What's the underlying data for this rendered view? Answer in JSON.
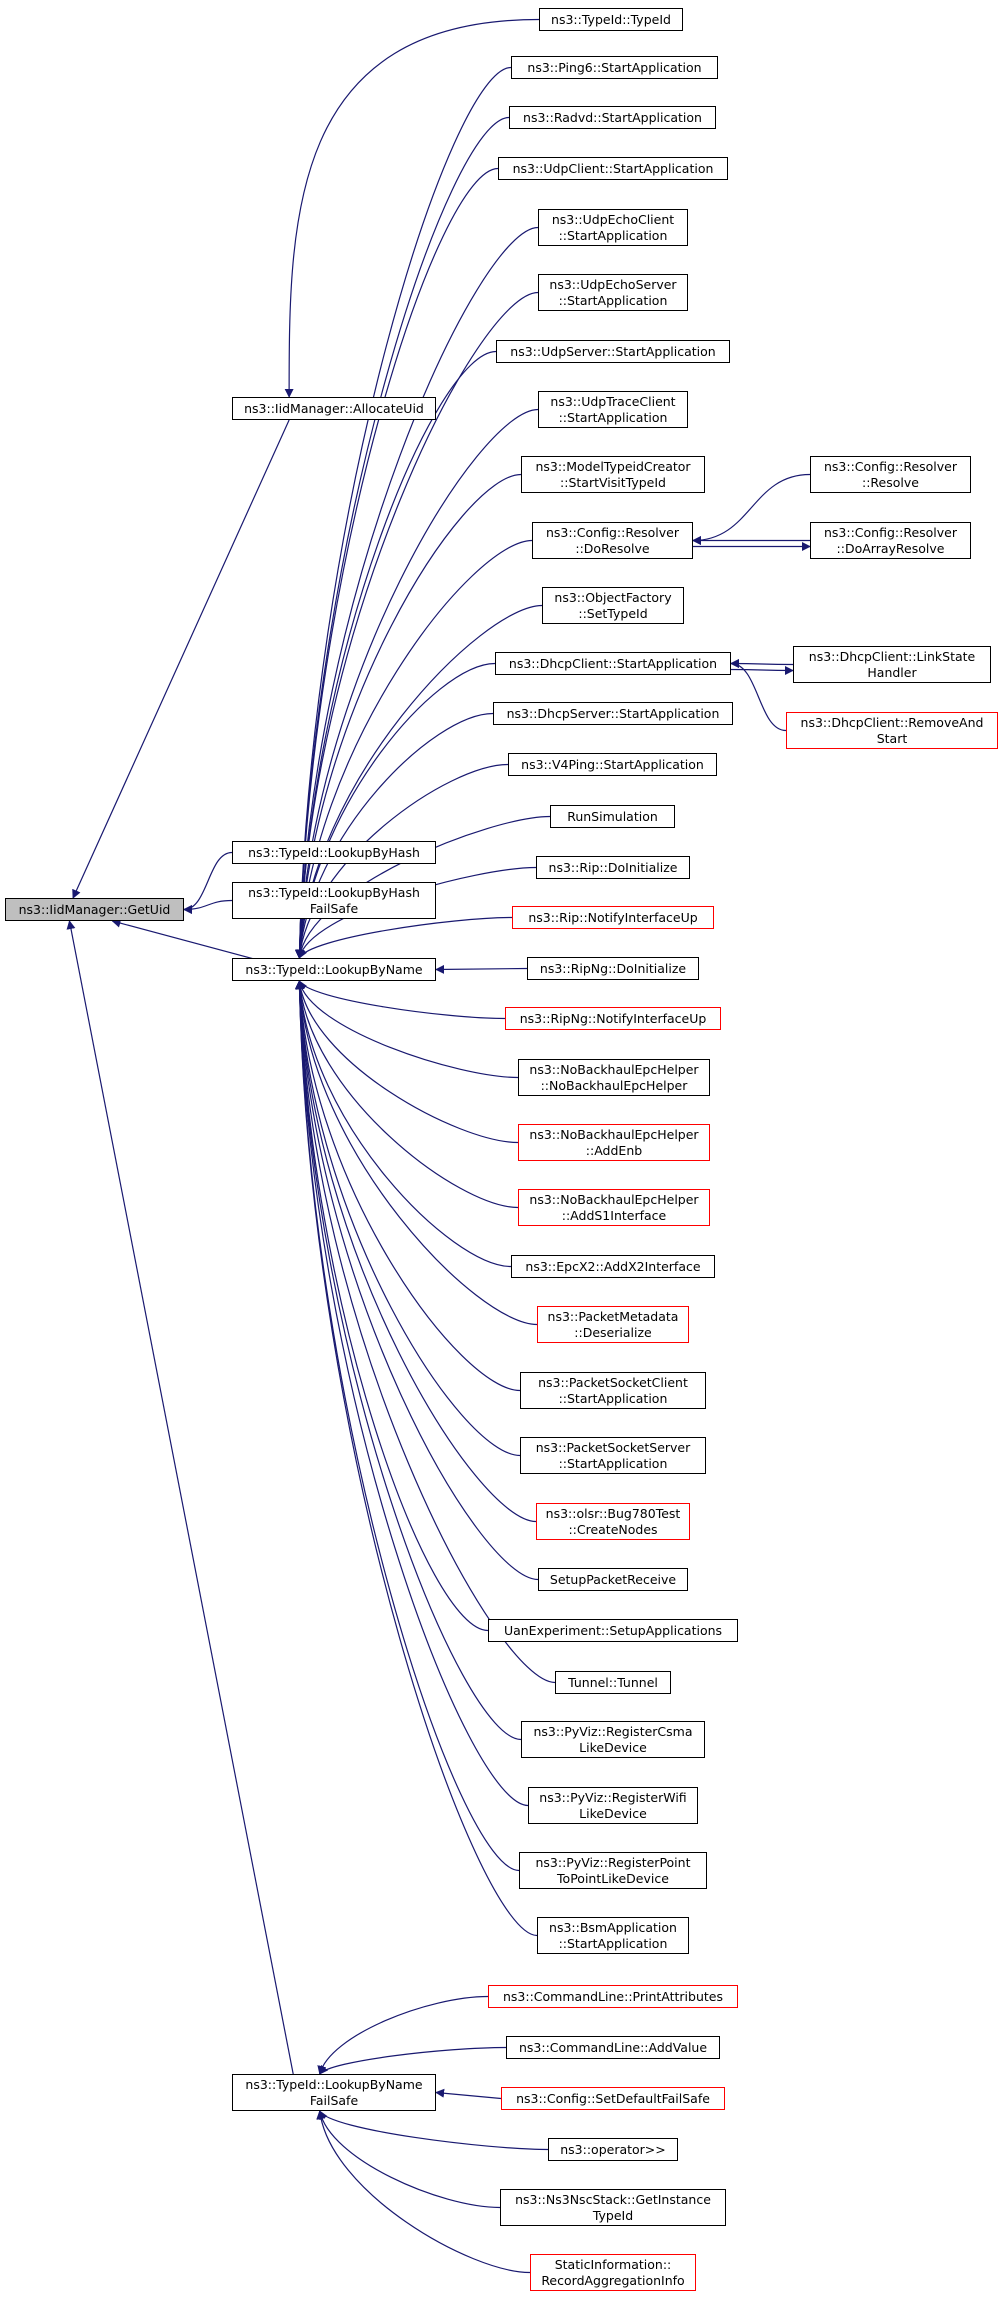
{
  "diagram": {
    "type": "call-graph",
    "colors": {
      "edge": "#191970",
      "node_border": "#000000",
      "incomplete_border": "#ff0000",
      "root_fill": "#bfbfbf"
    },
    "nodes": [
      {
        "id": "getuid",
        "label": "ns3::IidManager::GetUid",
        "root": true
      },
      {
        "id": "allocateuid",
        "label": "ns3::IidManager::AllocateUid"
      },
      {
        "id": "lookupbyhash",
        "label": "ns3::TypeId::LookupByHash"
      },
      {
        "id": "lookupbyhashfs",
        "label": "ns3::TypeId::LookupByHash\nFailSafe"
      },
      {
        "id": "lookupbyname",
        "label": "ns3::TypeId::LookupByName"
      },
      {
        "id": "lookupbynamefs",
        "label": "ns3::TypeId::LookupByName\nFailSafe"
      },
      {
        "id": "typeid",
        "label": "ns3::TypeId::TypeId"
      },
      {
        "id": "ping6",
        "label": "ns3::Ping6::StartApplication"
      },
      {
        "id": "radvd",
        "label": "ns3::Radvd::StartApplication"
      },
      {
        "id": "udpclient",
        "label": "ns3::UdpClient::StartApplication"
      },
      {
        "id": "udpechoclient",
        "label": "ns3::UdpEchoClient\n::StartApplication"
      },
      {
        "id": "udpechoserver",
        "label": "ns3::UdpEchoServer\n::StartApplication"
      },
      {
        "id": "udpserver",
        "label": "ns3::UdpServer::StartApplication"
      },
      {
        "id": "udptraceclient",
        "label": "ns3::UdpTraceClient\n::StartApplication"
      },
      {
        "id": "modeltypeid",
        "label": "ns3::ModelTypeidCreator\n::StartVisitTypeId"
      },
      {
        "id": "cfgdoresolve",
        "label": "ns3::Config::Resolver\n::DoResolve"
      },
      {
        "id": "objfactory",
        "label": "ns3::ObjectFactory\n::SetTypeId"
      },
      {
        "id": "dhcpclient",
        "label": "ns3::DhcpClient::StartApplication"
      },
      {
        "id": "dhcpserver",
        "label": "ns3::DhcpServer::StartApplication"
      },
      {
        "id": "v4ping",
        "label": "ns3::V4Ping::StartApplication"
      },
      {
        "id": "runsim",
        "label": "RunSimulation"
      },
      {
        "id": "ripinit",
        "label": "ns3::Rip::DoInitialize"
      },
      {
        "id": "ripnotify",
        "label": "ns3::Rip::NotifyInterfaceUp",
        "incomplete": true
      },
      {
        "id": "ripnginit",
        "label": "ns3::RipNg::DoInitialize"
      },
      {
        "id": "ripngnotify",
        "label": "ns3::RipNg::NotifyInterfaceUp",
        "incomplete": true
      },
      {
        "id": "nobackhaul",
        "label": "ns3::NoBackhaulEpcHelper\n::NoBackhaulEpcHelper"
      },
      {
        "id": "addenb",
        "label": "ns3::NoBackhaulEpcHelper\n::AddEnb",
        "incomplete": true
      },
      {
        "id": "adds1",
        "label": "ns3::NoBackhaulEpcHelper\n::AddS1Interface",
        "incomplete": true
      },
      {
        "id": "epcx2",
        "label": "ns3::EpcX2::AddX2Interface"
      },
      {
        "id": "pktmeta",
        "label": "ns3::PacketMetadata\n::Deserialize",
        "incomplete": true
      },
      {
        "id": "pktsockclient",
        "label": "ns3::PacketSocketClient\n::StartApplication"
      },
      {
        "id": "pktsockserver",
        "label": "ns3::PacketSocketServer\n::StartApplication"
      },
      {
        "id": "olsrbug",
        "label": "ns3::olsr::Bug780Test\n::CreateNodes",
        "incomplete": true
      },
      {
        "id": "setuppkt",
        "label": "SetupPacketReceive"
      },
      {
        "id": "uanexp",
        "label": "UanExperiment::SetupApplications"
      },
      {
        "id": "tunnel",
        "label": "Tunnel::Tunnel"
      },
      {
        "id": "pyvizcsma",
        "label": "ns3::PyViz::RegisterCsma\nLikeDevice"
      },
      {
        "id": "pyvizwifi",
        "label": "ns3::PyViz::RegisterWifi\nLikeDevice"
      },
      {
        "id": "pyvizp2p",
        "label": "ns3::PyViz::RegisterPoint\nToPointLikeDevice"
      },
      {
        "id": "bsmapp",
        "label": "ns3::BsmApplication\n::StartApplication"
      },
      {
        "id": "cfgresolve",
        "label": "ns3::Config::Resolver\n::Resolve"
      },
      {
        "id": "cfgdoarray",
        "label": "ns3::Config::Resolver\n::DoArrayResolve"
      },
      {
        "id": "dhcplinkstate",
        "label": "ns3::DhcpClient::LinkState\nHandler"
      },
      {
        "id": "dhcpremove",
        "label": "ns3::DhcpClient::RemoveAnd\nStart",
        "incomplete": true
      },
      {
        "id": "printattrs",
        "label": "ns3::CommandLine::PrintAttributes",
        "incomplete": true
      },
      {
        "id": "addvalue",
        "label": "ns3::CommandLine::AddValue"
      },
      {
        "id": "setdefaultfs",
        "label": "ns3::Config::SetDefaultFailSafe",
        "incomplete": true
      },
      {
        "id": "operator",
        "label": "ns3::operator>>"
      },
      {
        "id": "nsc",
        "label": "ns3::Ns3NscStack::GetInstance\nTypeId"
      },
      {
        "id": "staticinfo",
        "label": "StaticInformation::\nRecordAggregationInfo",
        "incomplete": true
      }
    ],
    "edges": [
      [
        "getuid",
        "allocateuid"
      ],
      [
        "getuid",
        "lookupbyhash"
      ],
      [
        "getuid",
        "lookupbyhashfs"
      ],
      [
        "getuid",
        "lookupbyname"
      ],
      [
        "getuid",
        "lookupbynamefs"
      ],
      [
        "allocateuid",
        "typeid"
      ],
      [
        "lookupbyname",
        "ping6"
      ],
      [
        "lookupbyname",
        "radvd"
      ],
      [
        "lookupbyname",
        "udpclient"
      ],
      [
        "lookupbyname",
        "udpechoclient"
      ],
      [
        "lookupbyname",
        "udpechoserver"
      ],
      [
        "lookupbyname",
        "udpserver"
      ],
      [
        "lookupbyname",
        "udptraceclient"
      ],
      [
        "lookupbyname",
        "modeltypeid"
      ],
      [
        "lookupbyname",
        "cfgdoresolve"
      ],
      [
        "lookupbyname",
        "objfactory"
      ],
      [
        "lookupbyname",
        "dhcpclient"
      ],
      [
        "lookupbyname",
        "dhcpserver"
      ],
      [
        "lookupbyname",
        "v4ping"
      ],
      [
        "lookupbyname",
        "runsim"
      ],
      [
        "lookupbyname",
        "ripinit"
      ],
      [
        "lookupbyname",
        "ripnotify"
      ],
      [
        "lookupbyname",
        "ripnginit"
      ],
      [
        "lookupbyname",
        "ripngnotify"
      ],
      [
        "lookupbyname",
        "nobackhaul"
      ],
      [
        "lookupbyname",
        "addenb"
      ],
      [
        "lookupbyname",
        "adds1"
      ],
      [
        "lookupbyname",
        "epcx2"
      ],
      [
        "lookupbyname",
        "pktmeta"
      ],
      [
        "lookupbyname",
        "pktsockclient"
      ],
      [
        "lookupbyname",
        "pktsockserver"
      ],
      [
        "lookupbyname",
        "olsrbug"
      ],
      [
        "lookupbyname",
        "setuppkt"
      ],
      [
        "lookupbyname",
        "uanexp"
      ],
      [
        "lookupbyname",
        "tunnel"
      ],
      [
        "lookupbyname",
        "pyvizcsma"
      ],
      [
        "lookupbyname",
        "pyvizwifi"
      ],
      [
        "lookupbyname",
        "pyvizp2p"
      ],
      [
        "lookupbyname",
        "bsmapp"
      ],
      [
        "cfgdoresolve",
        "cfgresolve"
      ],
      [
        "cfgdoresolve",
        "cfgdoarray"
      ],
      [
        "cfgdoarray",
        "cfgdoresolve"
      ],
      [
        "dhcpclient",
        "dhcplinkstate"
      ],
      [
        "dhcpclient",
        "dhcpremove"
      ],
      [
        "dhcplinkstate",
        "dhcpclient"
      ],
      [
        "lookupbynamefs",
        "printattrs"
      ],
      [
        "lookupbynamefs",
        "addvalue"
      ],
      [
        "lookupbynamefs",
        "setdefaultfs"
      ],
      [
        "lookupbynamefs",
        "operator"
      ],
      [
        "lookupbynamefs",
        "nsc"
      ],
      [
        "lookupbynamefs",
        "staticinfo"
      ]
    ]
  }
}
